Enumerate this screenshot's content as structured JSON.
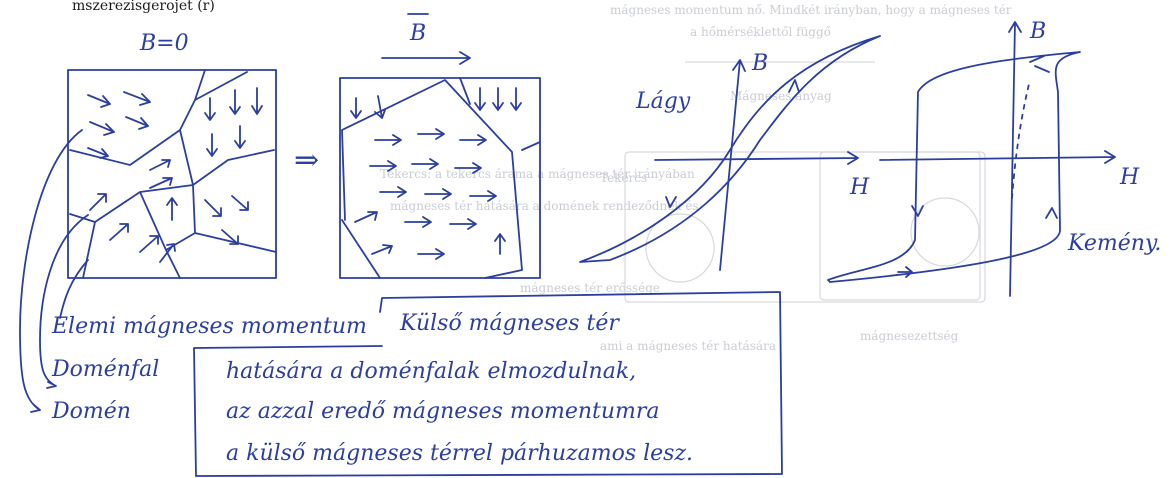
{
  "header_text": "mszerezisgerojet (r)",
  "labels": {
    "b_zero": "B=0",
    "b_vec": "B",
    "implies": "⇒",
    "soft_axis_b": "B",
    "soft_axis_h": "H",
    "soft_name": "Lágy",
    "hard_axis_b": "B",
    "hard_axis_h": "H",
    "hard_name": "Kemény."
  },
  "legend": {
    "moment": "Elemi mágneses momentum",
    "wall": "Doménfal",
    "domain": "Domén"
  },
  "note_lines": [
    "Külső mágneses tér",
    "hatására a doménfalak elmozdulnak,",
    "az azzal eredő mágneses momentumra",
    "a külső mágneses térrel párhuzamos lesz."
  ],
  "ghost_texts": [
    "mágneses momentum nő. Mindkét irányban, hogy a mágneses tér",
    "a hőmérséklettől függő",
    "Mágneses anyag",
    "Tekercs",
    "Tekercs: a tekercs árama a mágneses tér irányában",
    "mágneses tér hatására a domének rendeződnek és",
    "ami a mágneses tér hatására",
    "mágneses tér erőssége",
    "mágnesezettség"
  ],
  "colors": {
    "ink": "#2c3ea0",
    "ghost": "#c9cdd4",
    "paper": "#ffffff"
  }
}
